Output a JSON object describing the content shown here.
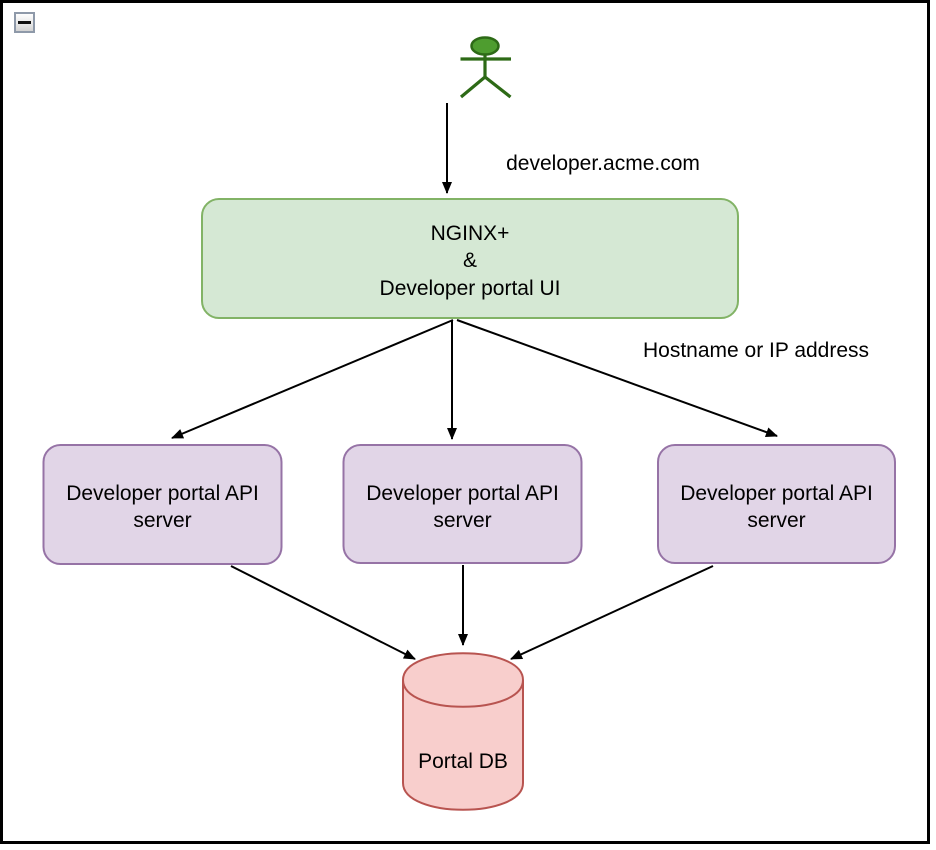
{
  "window": {
    "collapse_button": {
      "icon": "minus-collapse"
    }
  },
  "colors": {
    "edge": "#000000",
    "green_fill": "#d5e8d4",
    "green_stroke": "#82b366",
    "purple_fill": "#e1d5e7",
    "purple_stroke": "#9673a6",
    "red_fill": "#f8cecc",
    "red_stroke": "#b85450",
    "actor_fill": "#4e9d2f",
    "actor_stroke": "#2d6a16",
    "frame_border": "#000000"
  },
  "diagram": {
    "actor": {
      "name": "user"
    },
    "edge_labels": {
      "domain": "developer.acme.com",
      "hostname": "Hostname or IP address"
    },
    "nodes": {
      "gateway": {
        "lines": [
          "NGINX+",
          "&",
          "Developer portal UI"
        ]
      },
      "api_servers": [
        {
          "line1": "Developer portal API",
          "line2": "server"
        },
        {
          "line1": "Developer portal API",
          "line2": "server"
        },
        {
          "line1": "Developer portal API",
          "line2": "server"
        }
      ],
      "database": {
        "label": "Portal DB"
      }
    }
  }
}
